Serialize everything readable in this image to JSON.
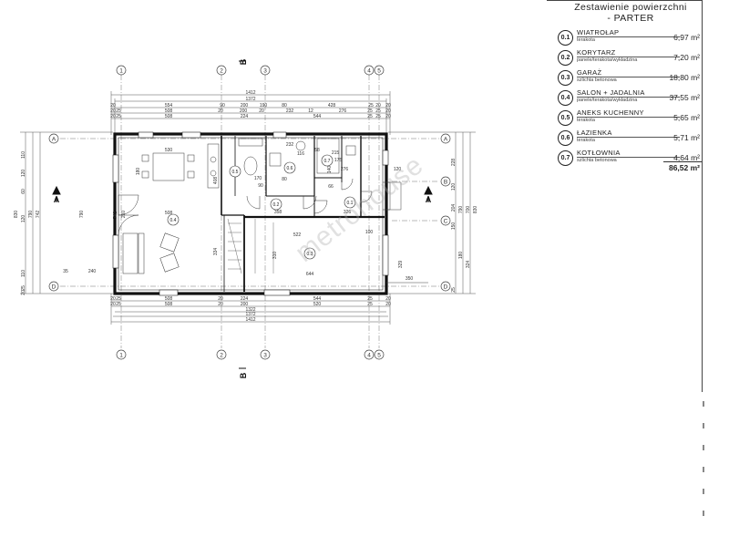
{
  "legend": {
    "title_line1": "Zestawienie powierzchni",
    "title_line2": "- PARTER",
    "rooms": [
      {
        "num": "0.1",
        "name": "WIATROŁAP",
        "material": "terakota",
        "area": "6,97 m²"
      },
      {
        "num": "0.2",
        "name": "KORYTARZ",
        "material": "panele/terakota/wykładzina",
        "area": "7,20 m²"
      },
      {
        "num": "0.3",
        "name": "GARAŻ",
        "material": "szlichta betonowa",
        "area": "18,80 m²"
      },
      {
        "num": "0.4",
        "name": "SALON + JADALNIA",
        "material": "panele/terakota/wykładzina",
        "area": "37,55 m²"
      },
      {
        "num": "0.5",
        "name": "ANEKS KUCHENNY",
        "material": "terakota",
        "area": "5,65 m²"
      },
      {
        "num": "0.6",
        "name": "ŁAZIENKA",
        "material": "terakota",
        "area": "5,71 m²"
      },
      {
        "num": "0.7",
        "name": "KOTŁOWNIA",
        "material": "szlichta betonowa",
        "area": "4,64 m²"
      }
    ],
    "total": "86,52 m²"
  },
  "plan": {
    "axes_numbers": [
      "1",
      "2",
      "3",
      "4",
      "5"
    ],
    "axes_letters": [
      "A",
      "B",
      "C",
      "D"
    ],
    "section_a": "A",
    "section_b": "B",
    "top_dims": {
      "row1": "1412",
      "row2": "1372",
      "row3": [
        "20",
        "554",
        "90",
        "200",
        "190",
        "80",
        "428",
        "25",
        "20",
        "20"
      ],
      "row4": [
        "20",
        "25",
        "508",
        "20",
        "200",
        "20",
        "232",
        "12",
        "276",
        "25",
        "25",
        "20"
      ],
      "row5": [
        "20",
        "25",
        "508",
        "224",
        "544",
        "25",
        "25",
        "20"
      ]
    },
    "bottom_dims": {
      "row1": [
        "20",
        "25",
        "508",
        "20",
        "224",
        "544",
        "25",
        "20"
      ],
      "row2": [
        "20",
        "25",
        "508",
        "20",
        "200",
        "520",
        "25",
        "20"
      ],
      "row3": "1322",
      "row4": "1372",
      "row5": "1412"
    },
    "left_dims": [
      "110",
      "120",
      "60",
      "120",
      "110",
      "25",
      "20",
      "790",
      "742",
      "25",
      "20"
    ],
    "left_dims_outer": [
      "830",
      "790"
    ],
    "right_dims": [
      "228",
      "120",
      "204",
      "150",
      "30",
      "180",
      "30",
      "324",
      "25",
      "20"
    ],
    "right_dims_outer": [
      "830",
      "790",
      "700"
    ],
    "room_dims": {
      "salon_w": "530",
      "salon_lower_w": "508",
      "salon_h": "742",
      "kitchen_h": "408",
      "bath_w": "232",
      "bath_w2": "116",
      "boiler_w": "215",
      "boiler_h": "140",
      "hall_w": "358",
      "hall_h": "326",
      "garage_w": "522",
      "garage_w2": "644",
      "garage_h": "310",
      "garage_h2": "329",
      "entry_dim": "240",
      "entry_dim2": "35",
      "porch_w": "120",
      "porch_h": "350",
      "stair_dim": "334",
      "d90": "90",
      "d180": "180",
      "d210": "210",
      "d100": "100",
      "d80": "80",
      "d170": "170",
      "d276": "276",
      "d66": "66",
      "d58": "58",
      "d175": "175"
    },
    "room_tags": [
      "0.1",
      "0.2",
      "0.3",
      "0.4",
      "0.5",
      "0.6",
      "0.7"
    ]
  },
  "watermark": "metrohouse",
  "colors": {
    "line": "#222222",
    "dim": "#444444",
    "axis": "#555555"
  }
}
